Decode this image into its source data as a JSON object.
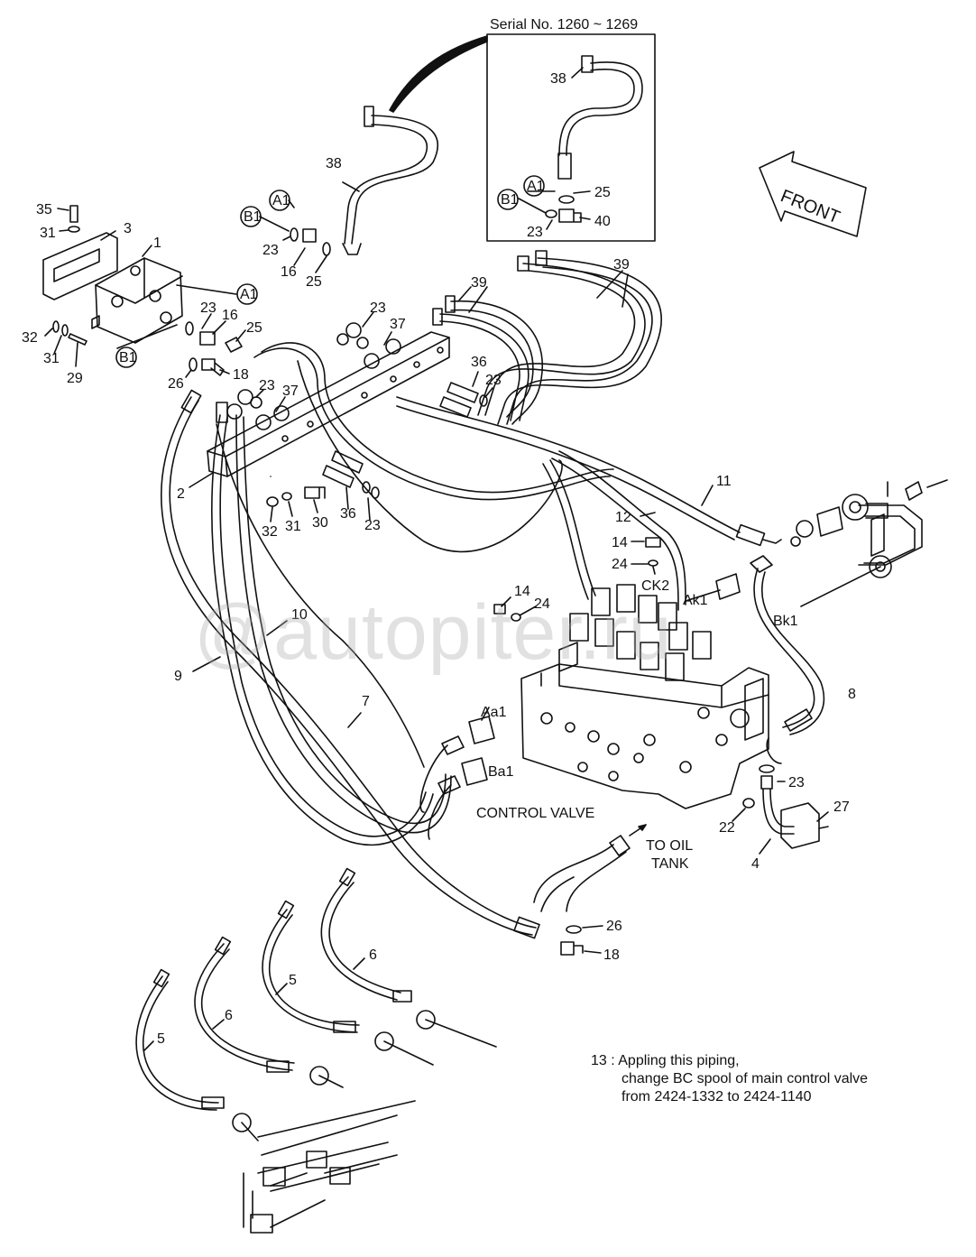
{
  "inset": {
    "title": "Serial No. 1260 ~ 1269"
  },
  "front_label": "FRONT",
  "control_valve_label": "CONTROL VALVE",
  "to_oil_tank": [
    "TO OIL",
    "TANK"
  ],
  "watermark": "@autopiter.ru",
  "port_labels": {
    "ck2": "CK2",
    "ak1": "Ak1",
    "bk1": "Bk1",
    "aa1": "Aa1",
    "ba1": "Ba1",
    "a1_inset": "A1",
    "b1_inset": "B1",
    "a1_top": "A1",
    "b1_top": "B1",
    "a1_pilot": "A1",
    "b1_pilot": "B1"
  },
  "part_numbers": {
    "p38_inset": "38",
    "p25_inset": "25",
    "p40_inset": "40",
    "p23_inset": "23",
    "p38": "38",
    "p23_top": "23",
    "p16_top": "16",
    "p25_top": "25",
    "p35": "35",
    "p31_top": "31",
    "p3": "3",
    "p1": "1",
    "p32_left": "32",
    "p31_left": "31",
    "p29": "29",
    "p23_mid": "23",
    "p16_mid": "16",
    "p25_mid": "25",
    "p26_mid": "26",
    "p18_mid": "18",
    "p23_block_a": "23",
    "p37_a": "37",
    "p23_block_b": "23",
    "p37_b": "37",
    "p39_a": "39",
    "p39_b": "39",
    "p36_a": "36",
    "p23_c": "23",
    "p2": "2",
    "p32_lower": "32",
    "p31_lower": "31",
    "p30": "30",
    "p36_b": "36",
    "p23_d": "23",
    "p11": "11",
    "p12": "12",
    "p14_a": "14",
    "p24_a": "24",
    "p14_b": "14",
    "p24_b": "24",
    "p10": "10",
    "p9": "9",
    "p7": "7",
    "p8": "8",
    "p23_e": "23",
    "p22": "22",
    "p27": "27",
    "p4": "4",
    "p26_low": "26",
    "p18_low": "18",
    "p6_a": "6",
    "p5_a": "5",
    "p6_b": "6",
    "p5_b": "5"
  },
  "note": {
    "line1": "13 : Appling this piping,",
    "line2": "change BC spool of main control valve",
    "line3": "from 2424-1332 to 2424-1140"
  },
  "colors": {
    "ink": "#111111",
    "watermark": "#aaaaaa",
    "background": "#ffffff"
  }
}
